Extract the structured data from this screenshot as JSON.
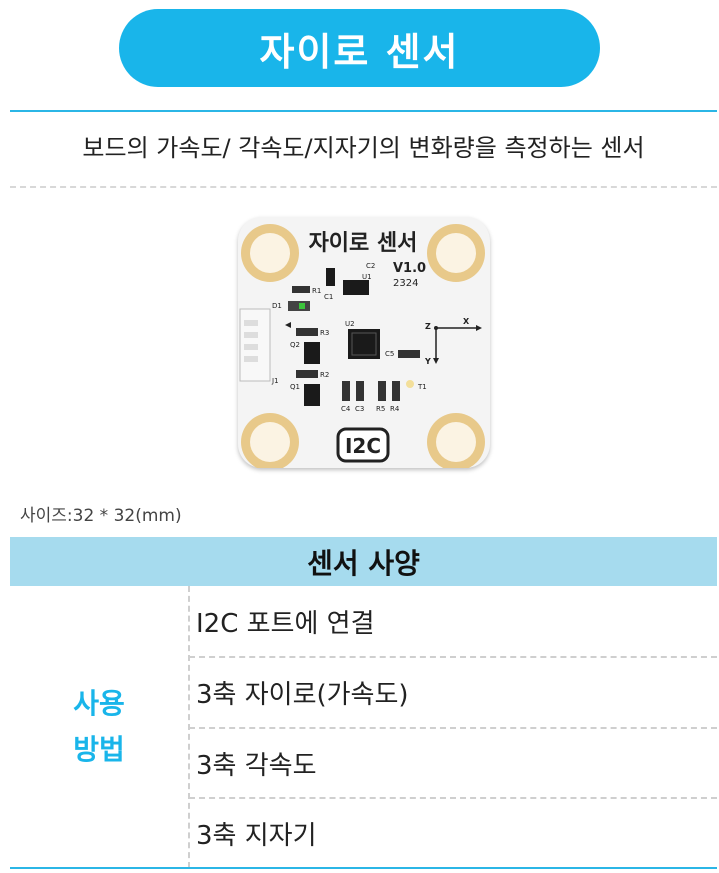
{
  "title": "자이로 센서",
  "description": "보드의 가속도/ 각속도/지자기의 변화량을 측정하는 센서",
  "board": {
    "silk_title": "자이로 센서",
    "version": "V1.0",
    "code": "2324",
    "connector_label": "I2C",
    "labels": {
      "c2": "C2",
      "u1": "U1",
      "r1": "R1",
      "c1": "C1",
      "d1": "D1",
      "u2": "U2",
      "r3": "R3",
      "q2": "Q2",
      "r2": "R2",
      "q1": "Q1",
      "j1": "J1",
      "c5": "C5",
      "t1": "T1",
      "c4": "C4",
      "c3": "C3",
      "r5": "R5",
      "r4": "R4",
      "axis_z": "Z",
      "axis_x": "X",
      "axis_y": "Y"
    }
  },
  "size_label": "사이즈:32  *  32(mm)",
  "spec": {
    "header": "센서 사양",
    "usage_label_line1": "사용",
    "usage_label_line2": "방법",
    "items": [
      "I2C 포트에 연결",
      "3축 자이로(가속도)",
      "3축 각속도",
      "3축 지자기"
    ]
  },
  "colors": {
    "accent": "#19b5ea",
    "header_bg": "#a6dbee",
    "pad_gold": "#e8c98a"
  }
}
